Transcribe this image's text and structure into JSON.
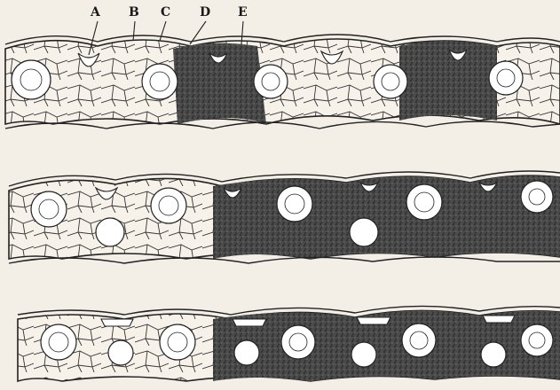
{
  "figure": {
    "labels": [
      {
        "id": "A",
        "text": "A"
      },
      {
        "id": "B",
        "text": "B"
      },
      {
        "id": "C",
        "text": "C"
      },
      {
        "id": "D",
        "text": "D"
      },
      {
        "id": "E",
        "text": "E"
      }
    ],
    "sections": [
      {
        "name": "top-section",
        "darkness": "partial"
      },
      {
        "name": "middle-section",
        "darkness": "right-half"
      },
      {
        "name": "bottom-section",
        "darkness": "right-half"
      }
    ],
    "colors": {
      "paper": "#f3efe6",
      "ink": "#1a1a1a",
      "shade": "#3a3a3a"
    }
  }
}
